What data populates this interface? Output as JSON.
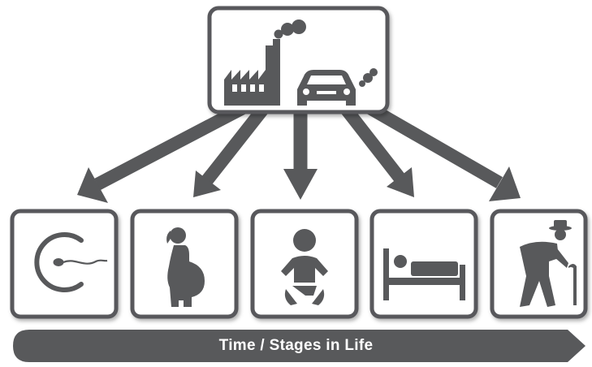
{
  "diagram": {
    "source": {
      "name": "pollution-source",
      "icons": [
        "factory-icon",
        "car-icon"
      ]
    },
    "stages": [
      {
        "name": "conception",
        "icon": "egg-sperm-icon"
      },
      {
        "name": "pregnancy",
        "icon": "pregnant-woman-icon"
      },
      {
        "name": "infancy",
        "icon": "baby-icon"
      },
      {
        "name": "illness",
        "icon": "bed-icon"
      },
      {
        "name": "old-age",
        "icon": "elderly-man-icon"
      }
    ],
    "timeline_label": "Time / Stages in Life",
    "colors": {
      "icon": "#58595b",
      "box_border": "#58595b",
      "background": "#ffffff"
    }
  }
}
